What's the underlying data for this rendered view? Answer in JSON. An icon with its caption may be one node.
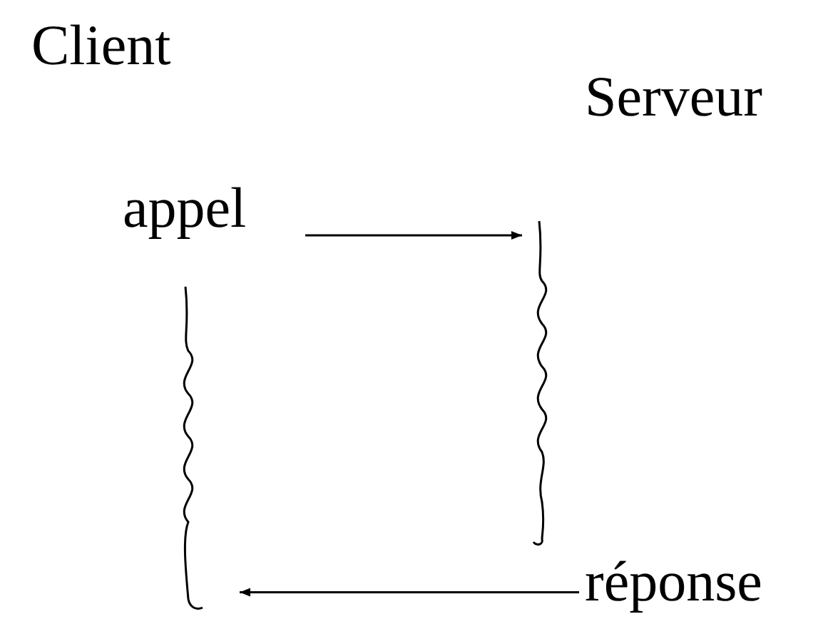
{
  "diagram": {
    "nodes": [
      {
        "text": [
          "appel"
        ]
      },
      {
        "text": [],
        "shape": "line"
      },
      {
        "text": [],
        "shape": "line"
      },
      {
        "text": [
          "réponse"
        ]
      }
    ],
    "edges": [
      {
        "from": 0,
        "to": 2,
        "arrow": "to"
      },
      {
        "from": 3,
        "to": 1,
        "arrow": "to"
      }
    ],
    "labels": [
      "Client",
      "Serveur"
    ]
  }
}
